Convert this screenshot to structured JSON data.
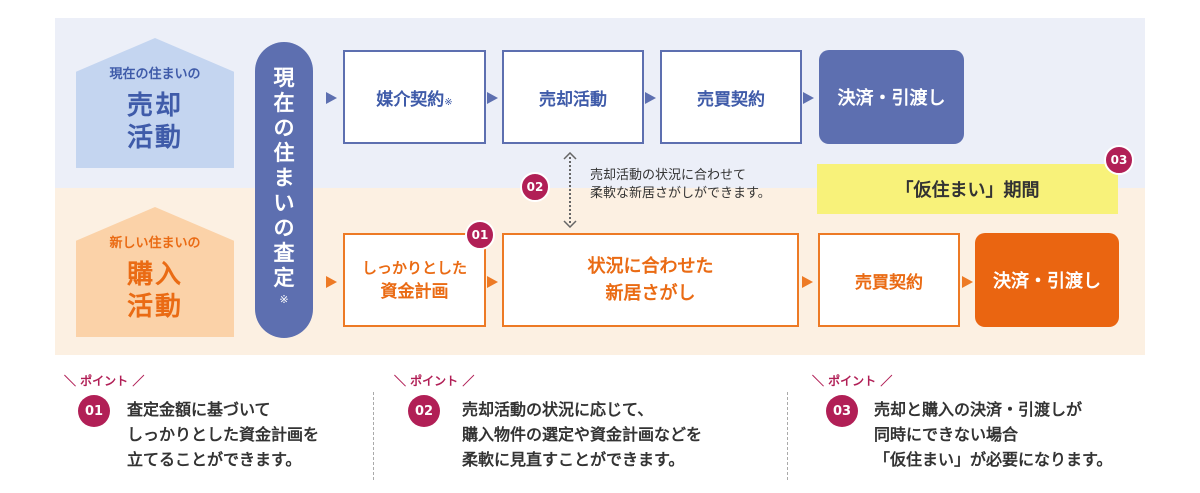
{
  "current_home": {
    "small": "現在の住まいの",
    "big_line1": "売却",
    "big_line2": "活動"
  },
  "new_home": {
    "small": "新しい住まいの",
    "big_line1": "購入",
    "big_line2": "活動"
  },
  "assessment": {
    "chars": [
      "現",
      "在",
      "の",
      "住",
      "ま",
      "い",
      "の",
      "査",
      "定"
    ],
    "mark": "※"
  },
  "sell_flow": {
    "step1": "媒介契約",
    "step1_mark": "※",
    "step2": "売却活動",
    "step3": "売買契約",
    "step4": "決済・引渡し"
  },
  "buy_flow": {
    "step1_line1": "しっかりとした",
    "step1_line2": "資金計画",
    "step2_line1": "状況に合わせた",
    "step2_line2": "新居さがし",
    "step3": "売買契約",
    "step4": "決済・引渡し"
  },
  "temporary": {
    "label": "「仮住まい」期間"
  },
  "note": {
    "line1": "売却活動の状況に合わせて",
    "line2": "柔軟な新居さがしができます。"
  },
  "badges": {
    "b01": "01",
    "b02": "02",
    "b03": "03"
  },
  "points": [
    {
      "label": "＼ ポイント ／",
      "num": "01",
      "lines": [
        "査定金額に基づいて",
        "しっかりとした資金計画を",
        "立てることができます。"
      ]
    },
    {
      "label": "＼ ポイント ／",
      "num": "02",
      "lines": [
        "売却活動の状況に応じて、",
        "購入物件の選定や資金計画などを",
        "柔軟に見直すことができます。"
      ]
    },
    {
      "label": "＼ ポイント ／",
      "num": "03",
      "lines": [
        "売却と購入の決済・引渡しが",
        "同時にできない場合",
        "「仮住まい」が必要になります。"
      ]
    }
  ],
  "colors": {
    "blue": "#5d6fb0",
    "orange": "#ea6511",
    "magenta": "#b11f56",
    "yellow": "#f8f27a"
  }
}
